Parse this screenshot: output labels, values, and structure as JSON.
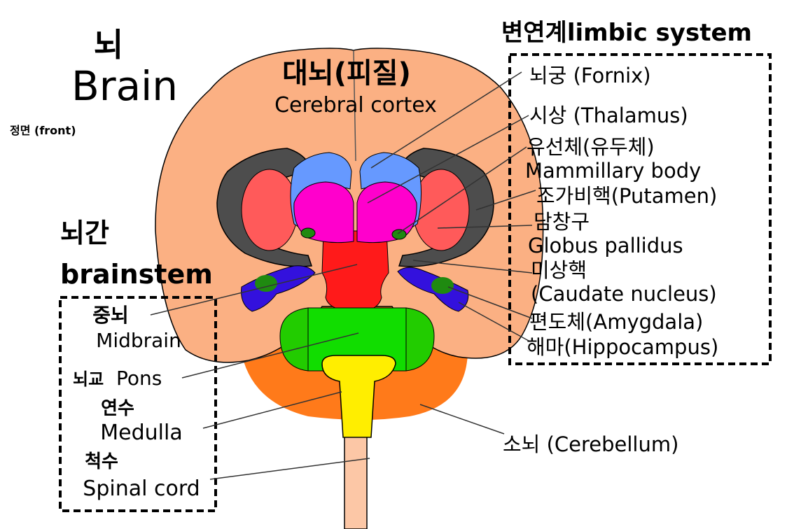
{
  "title": {
    "ko": "뇌",
    "en": "Brain"
  },
  "view": "정면 (front)",
  "cortex": {
    "ko": "대뇌(피질)",
    "en": "Cerebral  cortex"
  },
  "limbic": {
    "title": "변연계limbic system",
    "fornix": "뇌궁 (Fornix)",
    "thalamus": "시상 (Thalamus)",
    "mammillary_ko": "유선체(유두체)",
    "mammillary_en": "Mammillary body",
    "putamen": "조가비핵(Putamen)",
    "globus_ko": "담창구",
    "globus_en": " Globus pallidus",
    "caudate_ko": "미상핵",
    "caudate_en": "(Caudate nucleus)",
    "amygdala": "편도체(Amygdala)",
    "hippocampus": "해마(Hippocampus)"
  },
  "brainstem": {
    "title_ko": "뇌간",
    "title_en": "brainstem",
    "midbrain_ko": "중뇌",
    "midbrain_en": "Midbrain",
    "pons_ko": "뇌교",
    "pons_en": "Pons",
    "medulla_ko": "연수",
    "medulla_en": "Medulla",
    "spinal_ko": "척수",
    "spinal_en": "Spinal cord"
  },
  "cerebellum": "소뇌 (Cerebellum)",
  "colors": {
    "cortex": "#fbb083",
    "white_matter": "#4d4d4d",
    "putamen": "#ff5a5a",
    "caudate": "#6699ff",
    "thalamus": "#ff00cc",
    "midbrain": "#ff1a1a",
    "hippocampus": "#3311dd",
    "green": "#22cc00",
    "cerebellum": "#ff7a1a",
    "spinal": "#ffee00"
  }
}
